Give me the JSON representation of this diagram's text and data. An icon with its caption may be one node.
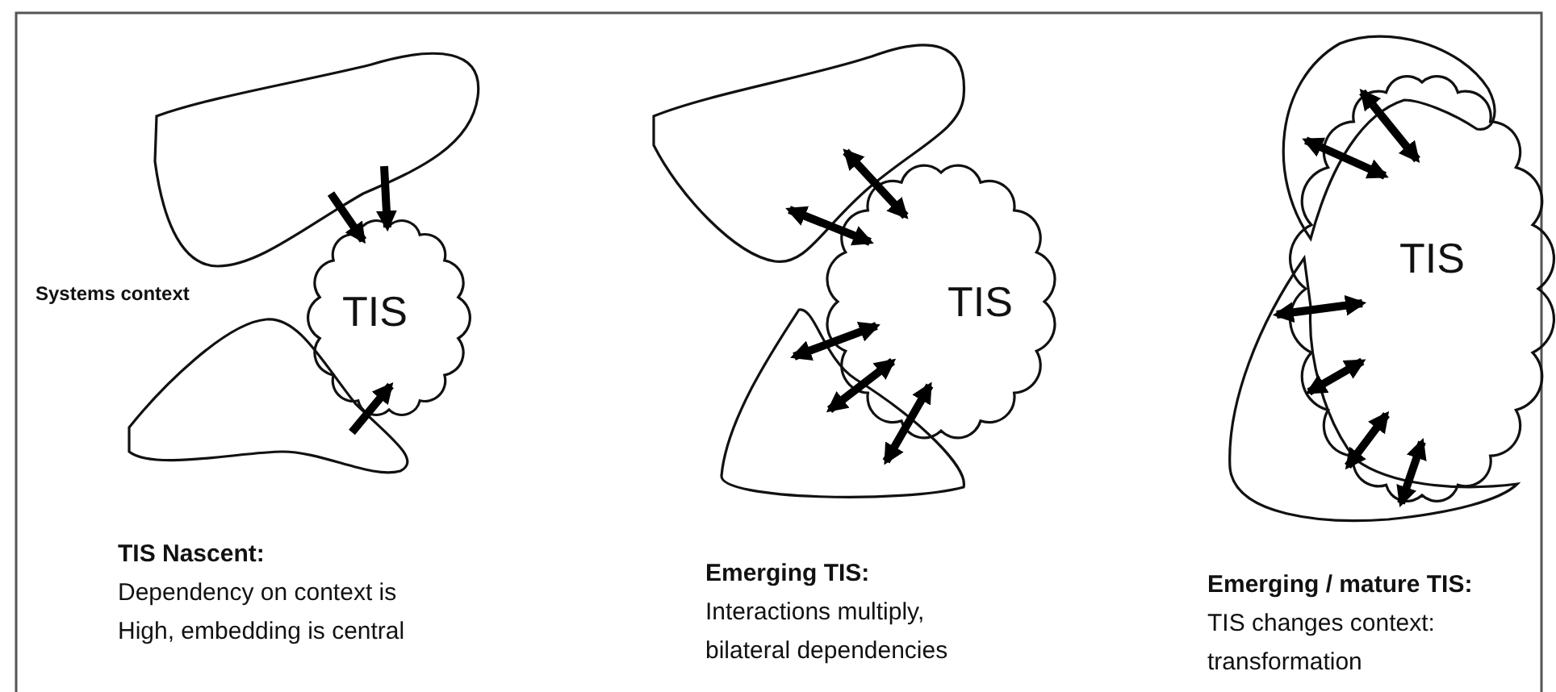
{
  "diagram": {
    "nodes": [
      {
        "text": [],
        "shape": "blob"
      },
      {
        "text": [
          "TIS"
        ]
      },
      {
        "text": [],
        "shape": "blob"
      },
      {
        "text": [],
        "shape": "blob"
      },
      {
        "text": [
          "TIS"
        ]
      },
      {
        "text": [],
        "shape": "blob"
      },
      {
        "text": [],
        "shape": "blob"
      },
      {
        "text": [
          "TIS"
        ]
      },
      {
        "text": [],
        "shape": "blob"
      }
    ],
    "edges": [
      {
        "from": 0,
        "to": 1,
        "arrow": "to"
      },
      {
        "from": 0,
        "to": 1,
        "arrow": "to"
      },
      {
        "from": 2,
        "to": 1,
        "arrow": "to"
      },
      {
        "from": 3,
        "to": 4,
        "arrow": "both"
      },
      {
        "from": 3,
        "to": 4,
        "arrow": "both"
      },
      {
        "from": 5,
        "to": 4,
        "arrow": "both"
      },
      {
        "from": 5,
        "to": 4,
        "arrow": "both"
      },
      {
        "from": 5,
        "to": 4,
        "arrow": "both"
      },
      {
        "from": 6,
        "to": 7,
        "arrow": "both"
      },
      {
        "from": 6,
        "to": 7,
        "arrow": "both"
      },
      {
        "from": 8,
        "to": 7,
        "arrow": "both"
      },
      {
        "from": 8,
        "to": 7,
        "arrow": "both"
      },
      {
        "from": 8,
        "to": 7,
        "arrow": "both"
      },
      {
        "from": 8,
        "to": 7,
        "arrow": "both"
      }
    ],
    "labels": [
      "Systems context",
      "TIS Nascent:",
      "Dependency on context is High, embedding is central",
      "Emerging TIS:",
      "Interactions multiply, bilateral dependencies",
      "Emerging / mature TIS:",
      "TIS changes context: transformation"
    ]
  }
}
